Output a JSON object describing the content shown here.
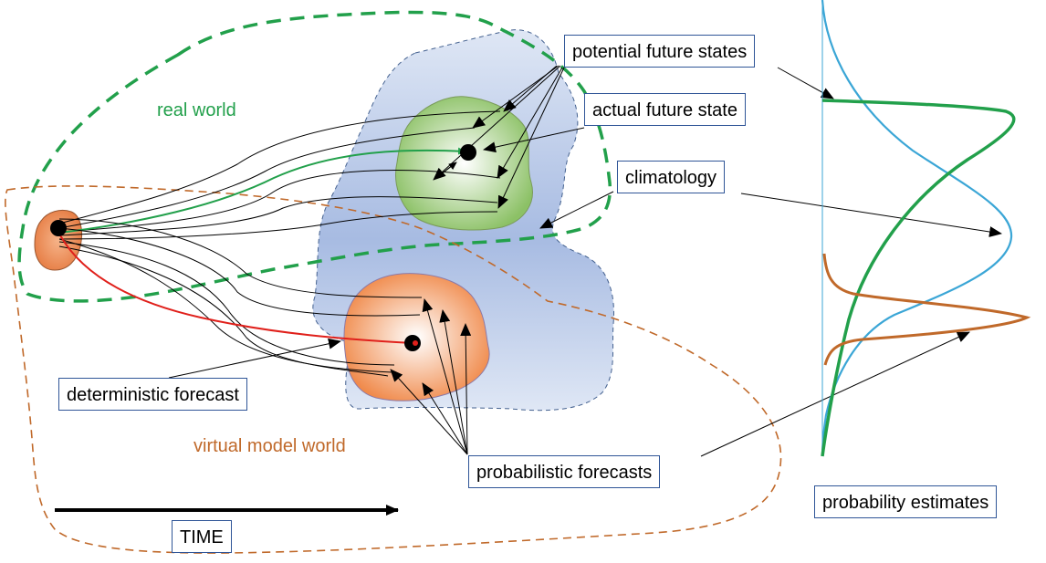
{
  "labels": {
    "potential_future_states": "potential future states",
    "actual_future_state": "actual future state",
    "climatology": "climatology",
    "deterministic_forecast": "deterministic forecast",
    "probabilistic_forecasts": "probabilistic forecasts",
    "probability_estimates": "probability estimates",
    "time": "TIME",
    "real_world": "real world",
    "virtual_model_world": "virtual model world"
  },
  "colors": {
    "real_world": "#22a04b",
    "model_world": "#c0692a",
    "climatology_fill": "#a9bde3",
    "label_border": "#2f5597",
    "climatology_curve": "#3ba6d6",
    "deterministic_track": "#e0201b"
  }
}
